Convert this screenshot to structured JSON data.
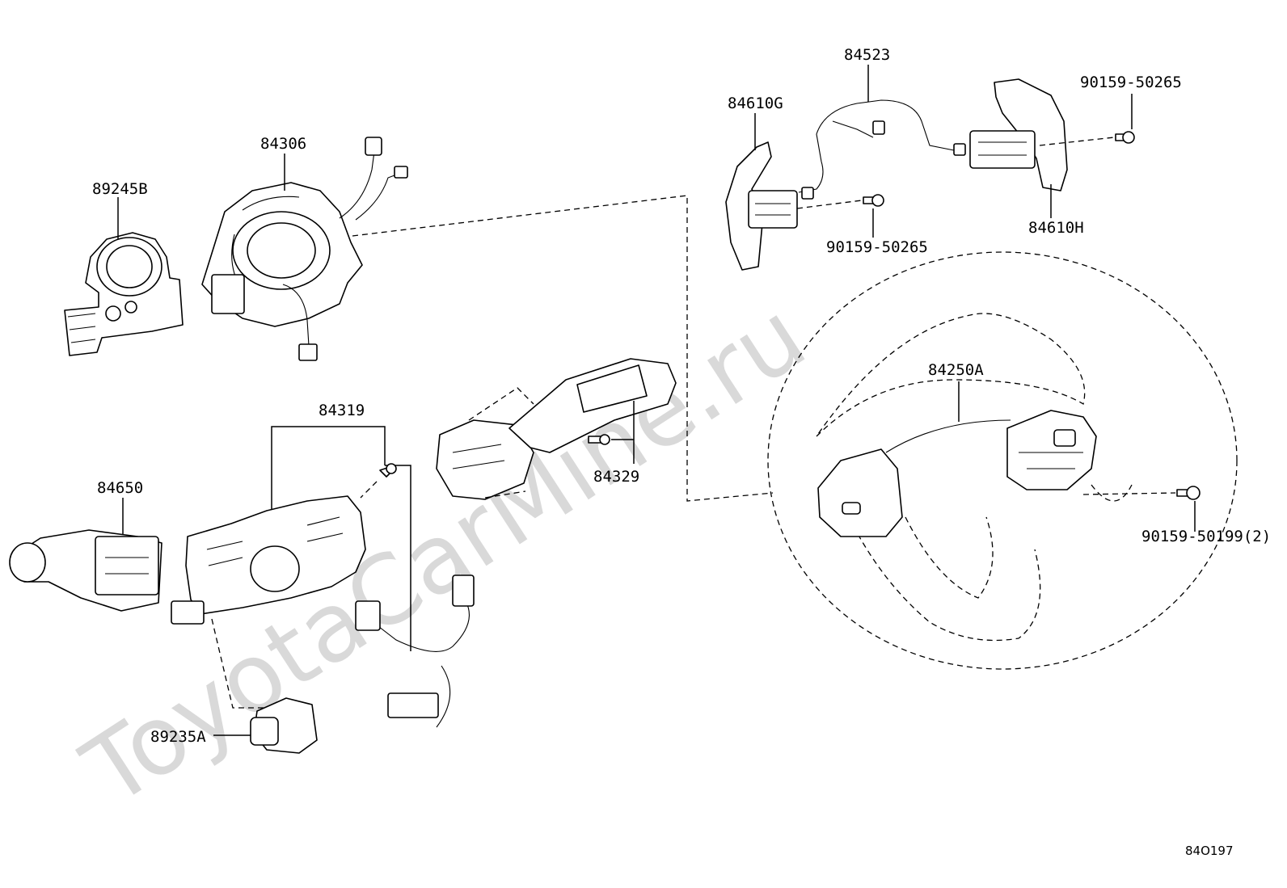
{
  "watermark": "ToyotaCarMine.ru",
  "diagram_code": "84O197",
  "callouts": [
    {
      "id": "89245B",
      "label": "89245B"
    },
    {
      "id": "84306",
      "label": "84306"
    },
    {
      "id": "84610G",
      "label": "84610G"
    },
    {
      "id": "84523",
      "label": "84523"
    },
    {
      "id": "90159-50265-a",
      "label": "90159-50265"
    },
    {
      "id": "90159-50265-b",
      "label": "90159-50265"
    },
    {
      "id": "84610H",
      "label": "84610H"
    },
    {
      "id": "84250A",
      "label": "84250A"
    },
    {
      "id": "84319",
      "label": "84319"
    },
    {
      "id": "84650",
      "label": "84650"
    },
    {
      "id": "84329",
      "label": "84329"
    },
    {
      "id": "90159-50199",
      "label": "90159-50199(2)"
    },
    {
      "id": "89235A",
      "label": "89235A"
    }
  ]
}
